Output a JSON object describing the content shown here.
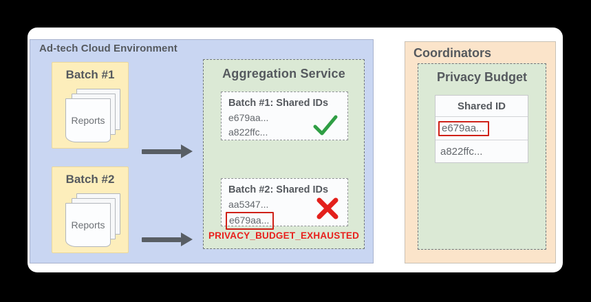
{
  "environment": {
    "title": "Ad-tech Cloud Environment",
    "batches": [
      {
        "label": "Batch #1",
        "doc_label": "Reports"
      },
      {
        "label": "Batch #2",
        "doc_label": "Reports"
      }
    ]
  },
  "aggregation_service": {
    "title": "Aggregation Service",
    "results": [
      {
        "title": "Batch #1: Shared IDs",
        "ids": [
          "e679aa...",
          "a822ffc..."
        ],
        "status": "accepted",
        "status_icon": "green-checkmark"
      },
      {
        "title": "Batch #2: Shared IDs",
        "ids": [
          "aa5347...",
          "e679aa..."
        ],
        "highlighted_id": "e679aa...",
        "status": "rejected",
        "status_icon": "red-x"
      }
    ],
    "error_label": "PRIVACY_BUDGET_EXHAUSTED"
  },
  "coordinators": {
    "title": "Coordinators",
    "privacy_budget": {
      "title": "Privacy Budget",
      "table": {
        "header": "Shared ID",
        "rows": [
          "e679aa...",
          "a822ffc..."
        ],
        "highlighted_row_index": 0
      }
    }
  },
  "colors": {
    "adtech_panel": "#c9d6f2",
    "batch_box": "#fdeebb",
    "service_box": "#dbe9d5",
    "coordinators_panel": "#fbe4ca",
    "error_red": "#e8201d",
    "highlight_outline_red": "#cf2118",
    "success_green": "#2f9e44",
    "arrow_gray": "#585e64"
  }
}
